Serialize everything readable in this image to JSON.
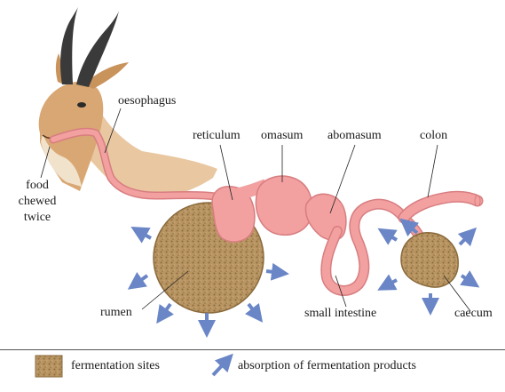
{
  "labels": {
    "oesophagus": "oesophagus",
    "food_line1": "food",
    "food_line2": "chewed",
    "food_line3": "twice",
    "reticulum": "reticulum",
    "omasum": "omasum",
    "abomasum": "abomasum",
    "colon": "colon",
    "rumen": "rumen",
    "small_intestine": "small intestine",
    "caecum": "caecum"
  },
  "legend": {
    "fermentation_sites": "fermentation sites",
    "absorption": "absorption of fermentation products"
  },
  "colors": {
    "gut_pink": "#f2a0a0",
    "gut_outline": "#d87d80",
    "fermentation_tan": "#b89562",
    "fermentation_dark": "#8a6a3c",
    "arrow_blue": "#6a86c6",
    "antelope_tan": "#d9a773",
    "horn": "#3a3a3a"
  },
  "icons": {
    "antelope": "antelope-head-icon",
    "arrow": "absorption-arrow-icon"
  }
}
